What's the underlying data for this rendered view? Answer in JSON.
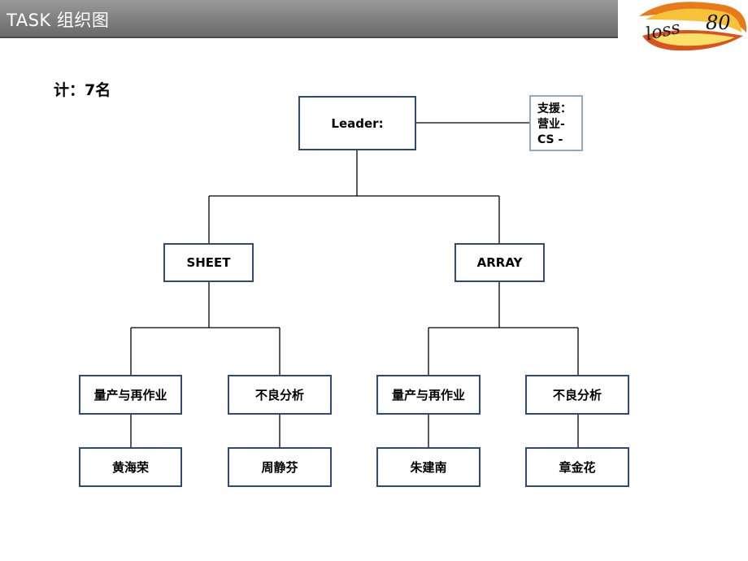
{
  "header": {
    "title": "TASK 组织图",
    "logo_text": "loss",
    "logo_number": "80"
  },
  "count_label": "计：7名",
  "org": {
    "leader": "Leader:",
    "support": {
      "line1": "支援：",
      "line2": "营业-",
      "line3": "CS   -"
    },
    "groups": [
      {
        "name": "SHEET",
        "teams": [
          {
            "name": "量产与再作业",
            "member": "黄海荣"
          },
          {
            "name": "不良分析",
            "member": "周静芬"
          }
        ]
      },
      {
        "name": "ARRAY",
        "teams": [
          {
            "name": "量产与再作业",
            "member": "朱建南"
          },
          {
            "name": "不良分析",
            "member": "章金花"
          }
        ]
      }
    ]
  },
  "colors": {
    "box_border": "#2e4a7a",
    "support_border": "#8fa8d0",
    "header_bg": "#7c7c7c"
  }
}
